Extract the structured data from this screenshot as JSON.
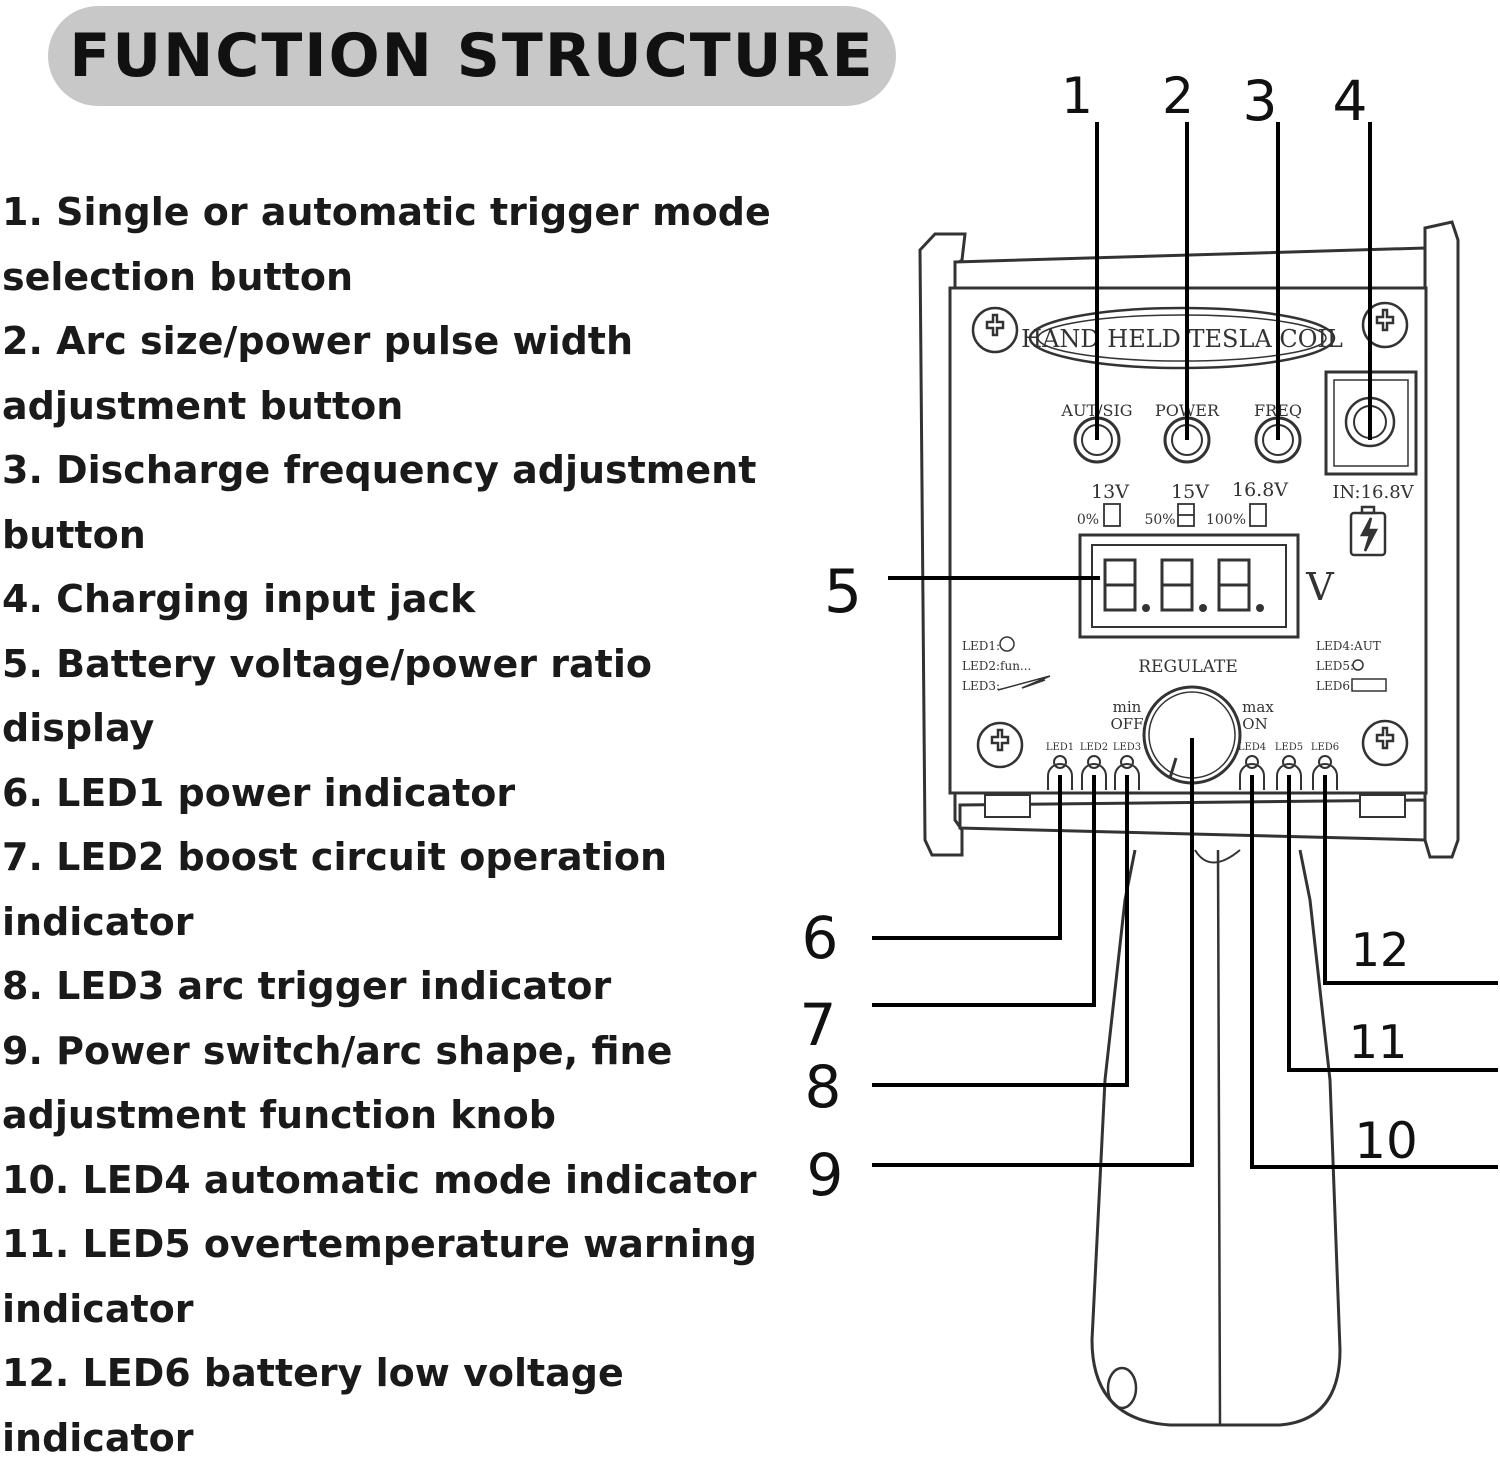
{
  "title": "FUNCTION STRUCTURE",
  "items": [
    "1. Single or automatic trigger mode selection button",
    "2. Arc size/power pulse width adjustment button",
    "3. Discharge frequency adjustment button",
    "4. Charging input jack",
    "5. Battery voltage/power ratio display",
    "6. LED1 power indicator",
    "7. LED2 boost circuit operation indicator",
    "8. LED3 arc trigger indicator",
    "9. Power switch/arc shape, fine adjustment function knob",
    "10. LED4 automatic mode indicator",
    "11. LED5 overtemperature warning indicator",
    "12. LED6 battery low voltage indicator"
  ],
  "callouts": [
    "1",
    "2",
    "3",
    "4",
    "5",
    "6",
    "7",
    "8",
    "9",
    "10",
    "11",
    "12"
  ],
  "device": {
    "logo": "HAND HELD TESLA COIL",
    "buttons": [
      "AUT/SIG",
      "POWER",
      "FREQ"
    ],
    "voltages": [
      "13V",
      "15V",
      "16.8V"
    ],
    "battery_levels": [
      "0%",
      "50%",
      "100%"
    ],
    "input_label": "IN:16.8V",
    "display_unit": "V",
    "regulate": "REGULATE",
    "knob_min": "min",
    "knob_off": "OFF",
    "knob_max": "max",
    "knob_on": "ON",
    "led_legend_left": [
      "LED1:",
      "LED2:fun...",
      "LED3:"
    ],
    "led_legend_right": [
      "LED4:AUT",
      "LED5:",
      "LED6:"
    ],
    "led_labels": [
      "LED1",
      "LED2",
      "LED3",
      "LED4",
      "LED5",
      "LED6"
    ]
  }
}
